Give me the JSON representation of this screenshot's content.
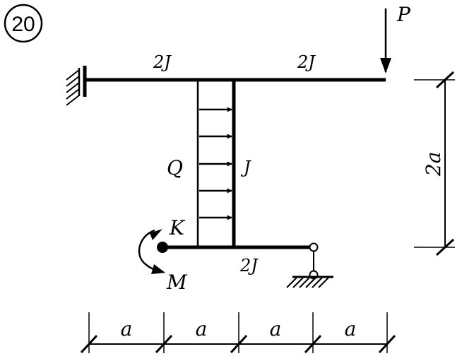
{
  "problem_number": "20",
  "labels": {
    "force_p": "P",
    "stiffness_top_left": "2J",
    "stiffness_top_right": "2J",
    "stiffness_vertical": "J",
    "stiffness_bottom": "2J",
    "distributed_load": "Q",
    "point_k": "K",
    "moment_m": "M"
  },
  "dimensions": {
    "horizontal_segments": [
      "a",
      "a",
      "a",
      "a"
    ],
    "vertical": "2a"
  },
  "colors": {
    "ink": "#000000",
    "background": "#ffffff"
  }
}
